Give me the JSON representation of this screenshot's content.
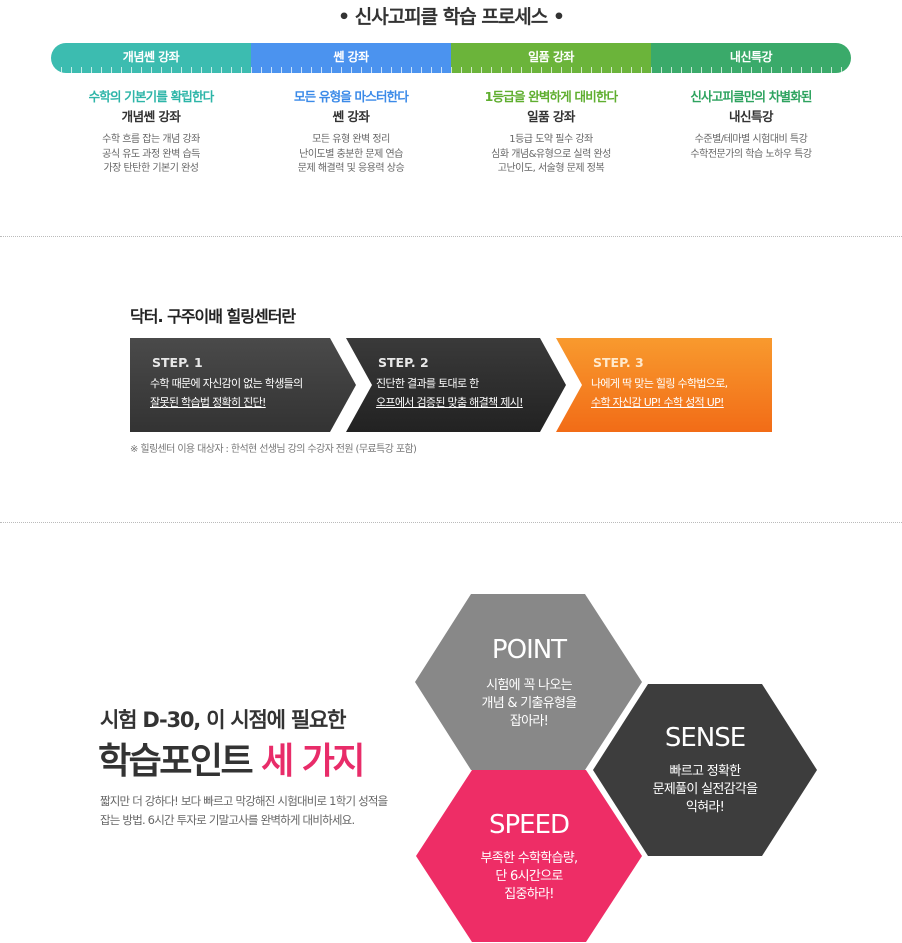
{
  "process": {
    "title": "• 신사고피클 학습 프로세스 •",
    "stages": [
      {
        "name": "개념쎈 강좌",
        "color": "#3cbcb0",
        "head": "수학의 기본기를 확립한다",
        "head_color": "#2db5a8",
        "sub": "개념쎈 강좌",
        "lines": [
          "수학 흐름 잡는 개념 강좌",
          "공식 유도 과정 완벽 습득",
          "가장 탄탄한 기본기 완성"
        ]
      },
      {
        "name": "쎈 강좌",
        "color": "#4b93ef",
        "head": "모든 유형을 마스터한다",
        "head_color": "#3b8ae8",
        "sub": "쎈 강좌",
        "lines": [
          "모든 유형 완벽 정리",
          "난이도별 충분한 문제 연습",
          "문제 해결력 및 응용력 상승"
        ]
      },
      {
        "name": "일품 강좌",
        "color": "#6bb43a",
        "head": "1등급을 완벽하게 대비한다",
        "head_color": "#5fae2f",
        "sub": "일품 강좌",
        "lines": [
          "1등급 도약 필수 강좌",
          "심화 개념&유형으로 실력 완성",
          "고난이도, 서술형 문제 정복"
        ]
      },
      {
        "name": "내신특강",
        "color": "#3aaa6a",
        "head": "신사고피클만의 차별화된",
        "head_color": "#2ea35f",
        "sub": "내신특강",
        "lines": [
          "수준별/테마별 시험대비 특강",
          "수학전문가의 학습 노하우 특강"
        ]
      }
    ]
  },
  "healing": {
    "title": "닥터. 구주이배 힐링센터란",
    "steps": [
      {
        "label": "STEP. 1",
        "label_color": "#e8e8e8",
        "bg": "#3a3a3a",
        "line1": "수학 때문에 자신감이 없는 학생들의",
        "line2": "잘못된 학습법 정확히 진단!"
      },
      {
        "label": "STEP. 2",
        "label_color": "#e8e8e8",
        "bg": "#2a2a2a",
        "line1": "진단한 결과를 토대로 한",
        "line2": "오프에서 검증된 맞춤 해결책 제시!"
      },
      {
        "label": "STEP. 3",
        "label_color": "#ffe9cc",
        "bg": "#f57f1f",
        "line1": "나에게 딱 맞는 힐링 수학법으로,",
        "line2": "수학 자신감 UP! 수학 성적 UP!"
      }
    ],
    "note": "※ 힐링센터 이용 대상자 : 한석현 선생님 강의 수강자 전원 (무료특강 포함)"
  },
  "points": {
    "heading_small": "시험 D-30, 이 시점에 필요한",
    "heading_big_main": "학습포인트",
    "heading_big_accent": "세 가지",
    "desc_line1": "짧지만 더 강하다! 보다 빠르고 막강해진 시험대비로 1학기 성적을",
    "desc_line2": "잡는 방법. 6시간 투자로 기말고사를 완벽하게 대비하세요.",
    "hexes": [
      {
        "title": "POINT",
        "color": "#888888",
        "lines": [
          "시험에 꼭 나오는",
          "개념 & 기출유형을",
          "잡아라!"
        ]
      },
      {
        "title": "SENSE",
        "color": "#3d3d3d",
        "lines": [
          "빠르고 정확한",
          "문제풀이 실전감각을",
          "익혀라!"
        ]
      },
      {
        "title": "SPEED",
        "color": "#ee2d66",
        "lines": [
          "부족한 수학학습량,",
          "단 6시간으로",
          "집중하라!"
        ]
      }
    ]
  }
}
